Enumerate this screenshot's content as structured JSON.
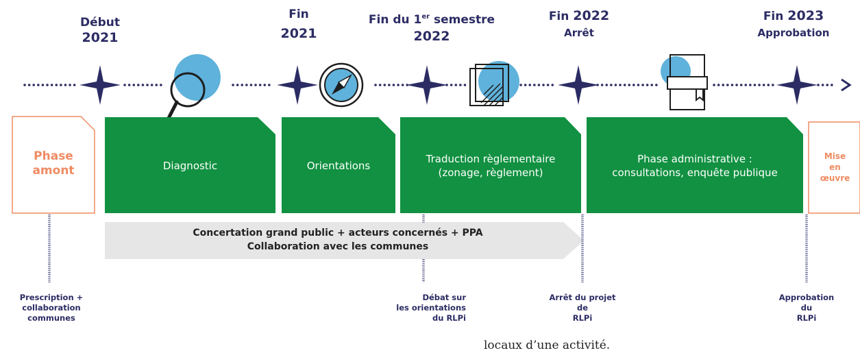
{
  "milestones": {
    "m1": {
      "line1": "Début",
      "line2": "2021"
    },
    "m2": {
      "line1": "Fin",
      "line2": "2021"
    },
    "m3": {
      "line1_pre": "Fin du 1",
      "line1_sup": "er",
      "line1_post": " semestre",
      "line2": "2022"
    },
    "m4": {
      "line1a": "Fin ",
      "line1b": "2022",
      "line2": "Arrêt"
    },
    "m5": {
      "line1a": "Fin ",
      "line1b": "2023",
      "line2": "Approbation"
    }
  },
  "phases": {
    "phase_amont": [
      "Phase",
      "amont"
    ],
    "diagnostic": "Diagnostic",
    "orientations": "Orientations",
    "traduction": [
      "Traduction règlementaire",
      "(zonage, règlement)"
    ],
    "administrative": [
      "Phase administrative :",
      "consultations, enquête publique"
    ],
    "mise_en_oeuvre": [
      "Mise",
      "en",
      "œuvre"
    ]
  },
  "concertation": [
    "Concertation grand public + acteurs concernés + PPA",
    "Collaboration avec les communes"
  ],
  "bottom_labels": {
    "prescription": [
      "Prescription +",
      "collaboration",
      "communes"
    ],
    "debat": [
      "Débat sur",
      "les orientations",
      "du RLPi"
    ],
    "arret": [
      "Arrêt du projet",
      "de",
      "RLPi"
    ],
    "approbation": [
      "Approbation",
      "du",
      "RLPi"
    ]
  },
  "footer_text": "locaux d’une activité.",
  "colors": {
    "green": "#119141",
    "navy": "#2c2c64",
    "blue": "#5fb2db",
    "orange": "#ef8b62",
    "gray": "#e6e6e6"
  }
}
